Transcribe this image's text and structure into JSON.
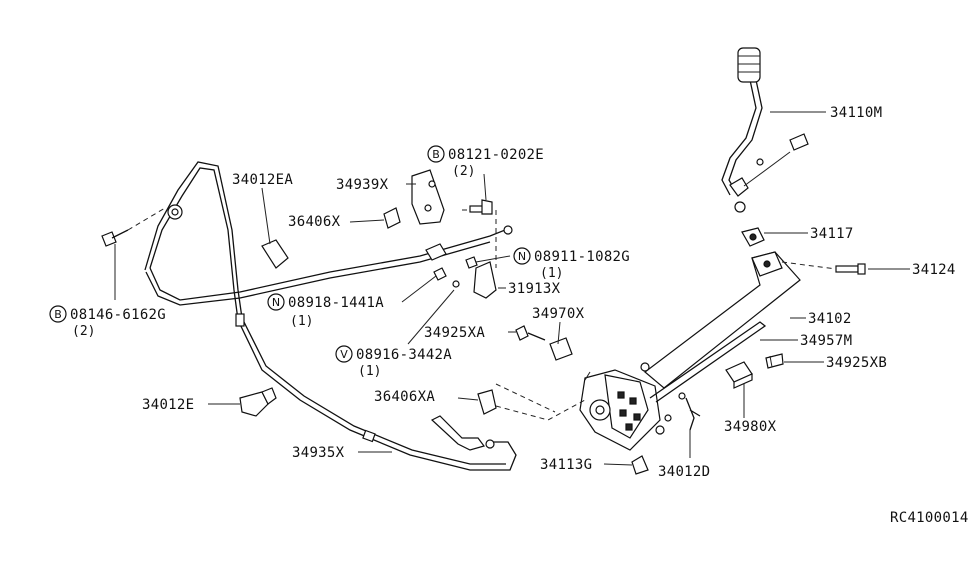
{
  "parts": {
    "p34110M": "34110M",
    "p34012EA": "34012EA",
    "p34939X": "34939X",
    "p08121": "08121-0202E",
    "p08121_q": "(2)",
    "p36406X": "36406X",
    "p34117": "34117",
    "p08911": "08911-1082G",
    "p08911_q": "(1)",
    "p34124": "34124",
    "p31913X": "31913X",
    "p08918": "08918-1441A",
    "p08918_q": "(1)",
    "p08146": "08146-6162G",
    "p08146_q": "(2)",
    "p34970X": "34970X",
    "p34102": "34102",
    "p34925XA": "34925XA",
    "p34957M": "34957M",
    "p08916": "08916-3442A",
    "p08916_q": "(1)",
    "p34925XB": "34925XB",
    "p34012E": "34012E",
    "p36406XA": "36406XA",
    "p34980X": "34980X",
    "p34935X": "34935X",
    "p34113G": "34113G",
    "p34012D": "34012D",
    "ref": "RC4100014"
  },
  "prefixes": {
    "B": "B",
    "N": "N",
    "V": "V"
  }
}
